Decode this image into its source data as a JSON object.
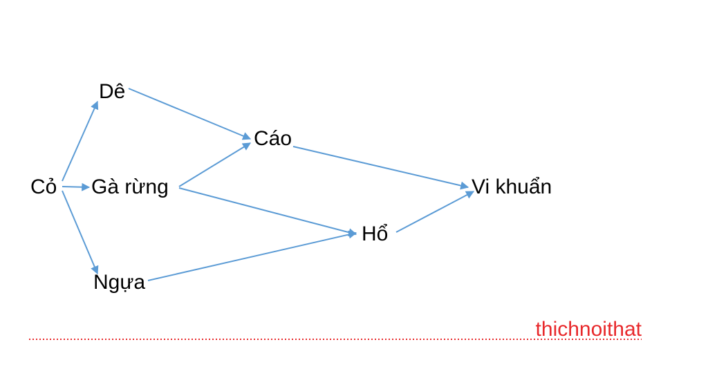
{
  "colors": {
    "arrow": "#5b9bd5",
    "text": "#000000",
    "watermark": "#e8282b"
  },
  "nodes": {
    "co": "Cỏ",
    "de": "Dê",
    "ga_rung": "Gà rừng",
    "ngua": "Ngựa",
    "cao": "Cáo",
    "ho": "Hổ",
    "vi_khuan": "Vi khuẩn"
  },
  "edges": [
    {
      "from": "co",
      "to": "de"
    },
    {
      "from": "co",
      "to": "ga_rung"
    },
    {
      "from": "co",
      "to": "ngua"
    },
    {
      "from": "de",
      "to": "cao"
    },
    {
      "from": "ga_rung",
      "to": "cao"
    },
    {
      "from": "ga_rung",
      "to": "ho"
    },
    {
      "from": "ngua",
      "to": "ho"
    },
    {
      "from": "cao",
      "to": "vi_khuan"
    },
    {
      "from": "ho",
      "to": "vi_khuan"
    }
  ],
  "watermark": "thichnoithat"
}
